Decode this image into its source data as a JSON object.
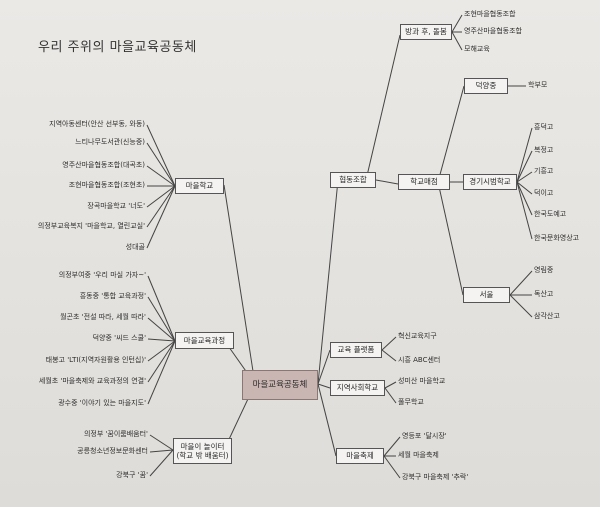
{
  "title": "우리 주위의 마을교육공동체",
  "center": "마을교육공동체",
  "nodes": {
    "village_school": "마을학교",
    "village_edu_course": "마을교육과정",
    "village_playground_1": "마을이 놀이터",
    "village_playground_2": "(학교 밖 배움터)",
    "cooperative": "협동조합",
    "after_school_care": "방과 후, 돌봄",
    "school_store": "학교매점",
    "deokyang": "덕양중",
    "gyeonggi_sihum": "경기시범학교",
    "seoul": "서울",
    "edu_platform": "교육 플랫폼",
    "regional_univ": "지역사회학교",
    "village_festival": "마을축제"
  },
  "leaves": {
    "village_school": [
      "지역아동센터(안산 선부동, 와동)",
      "느티나무도서관(신능중)",
      "영주산마을협동조합(대곡초)",
      "조현마을협동조합(조현초)",
      "장곡마을학교 '너도'",
      "의정부교육복지 '마을학교, 열린교실'",
      "성대골"
    ],
    "village_edu_course": [
      "의정부여중 '우리 마실 가자~'",
      "흥동중 '통합 교육과정'",
      "월곤초 '전설 따라, 세월 따라'",
      "덕양중 '씨드 스쿨'",
      "태봉고 'LTI(지역자원활용 인턴십)'",
      "세월초 '마을축제와 교육과정의 연결'",
      "광수중 '이야기 있는 마을지도'"
    ],
    "village_playground": [
      "의정부 '꿈이룸배움터'",
      "공릉청소년정보문화센터",
      "강북구 '꿈'"
    ],
    "after_school_care": [
      "조현마을협동조합",
      "영주산마을협동조합",
      "모해교육"
    ],
    "deokyang": [
      "학부모"
    ],
    "gyeonggi_sihum": [
      "흥덕고",
      "복정고",
      "기흥고",
      "덕이고",
      "한국도예고",
      "한국문화영상고"
    ],
    "seoul": [
      "영림중",
      "독산고",
      "삼각산고"
    ],
    "edu_platform": [
      "혁신교육지구",
      "시흥 ABC센터"
    ],
    "regional_univ": [
      "성미산 마을학교",
      "풀무학교"
    ],
    "village_festival": [
      "영등포 '달시장'",
      "세월 마을축제",
      "강북구 마을축제 '추락'"
    ]
  },
  "colors": {
    "background": "#e6e4e1",
    "box_fill": "#f4f3f1",
    "center_fill": "#c9b5b2",
    "line": "#444444"
  }
}
